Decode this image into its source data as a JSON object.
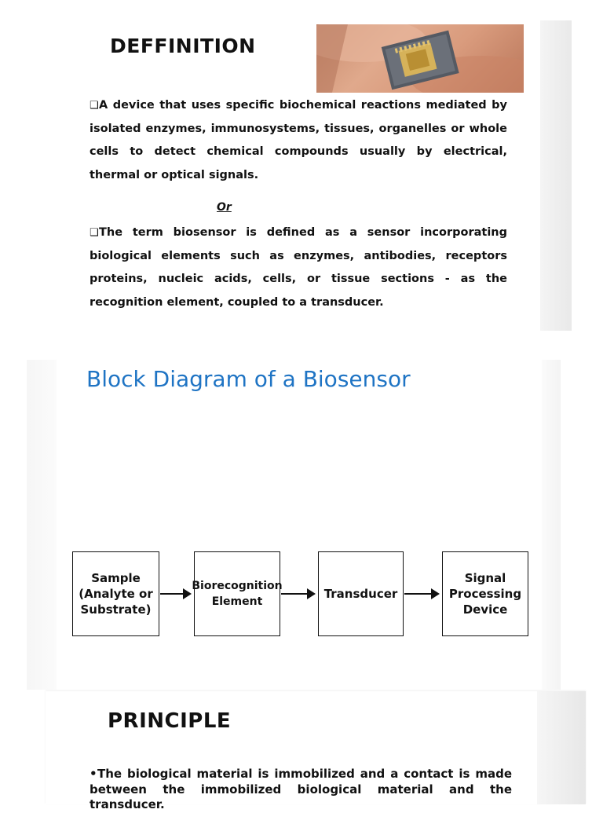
{
  "definition": {
    "heading": "DEFFINITION",
    "bullet_marker": "❑",
    "para1": "A device that uses specific biochemical reactions mediated by isolated enzymes, immunosystems, tissues, organelles or whole cells to detect chemical compounds usually by electrical, thermal or optical signals.",
    "or": "Or",
    "para2": "The term biosensor is defined as a sensor incorporating biological elements such as enzymes, antibodies, receptors proteins, nucleic acids, cells, or tissue sections - as the recognition element, coupled to a transducer."
  },
  "block_diagram": {
    "title": "Block Diagram of a Biosensor",
    "blocks": [
      "Sample\n(Analyte or\nSubstrate)",
      "Biorecognition\nElement",
      "Transducer",
      "Signal\nProcessing\nDevice"
    ]
  },
  "principle": {
    "heading": "PRINCIPLE",
    "bullet": "•",
    "text": "The biological material is immobilized and a contact is made between the immobilized biological material and the transducer."
  }
}
